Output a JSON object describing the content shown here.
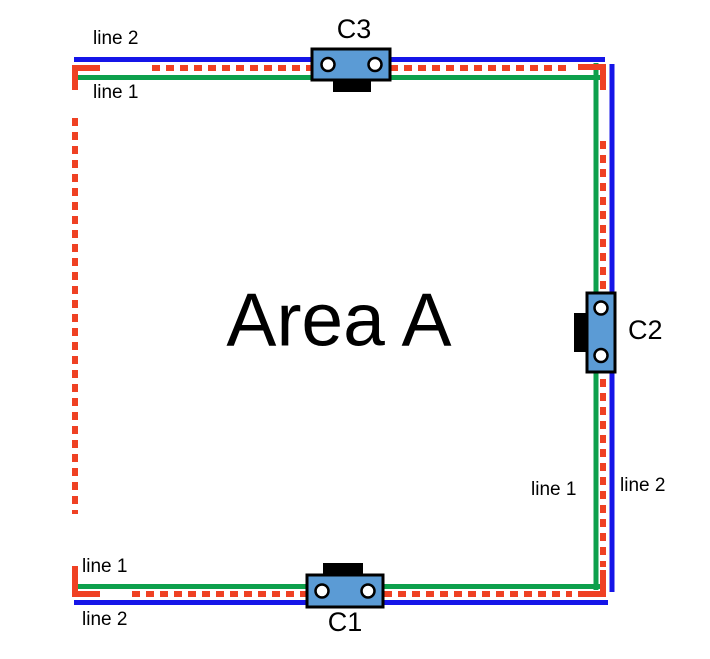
{
  "area": {
    "label": "Area A"
  },
  "labels": {
    "tl_line2": "line 2",
    "tl_line1": "line 1",
    "bl_line1": "line 1",
    "bl_line2": "line 2",
    "r_line1": "line 1",
    "r_line2": "line 2"
  },
  "devices": {
    "c1": {
      "label": "C1"
    },
    "c2": {
      "label": "C2"
    },
    "c3": {
      "label": "C3"
    }
  },
  "lines": {
    "line1": {
      "name": "line 1",
      "color": "#0DA04C",
      "style": "solid"
    },
    "line2": {
      "name": "line 2",
      "color": "#1515E8",
      "style": "solid"
    },
    "dashed": {
      "color": "#EF4123",
      "style": "dashed"
    }
  },
  "device_style": {
    "fill": "#5B9BD5",
    "border": "#000000",
    "screw_fill": "#FFFFFF"
  }
}
